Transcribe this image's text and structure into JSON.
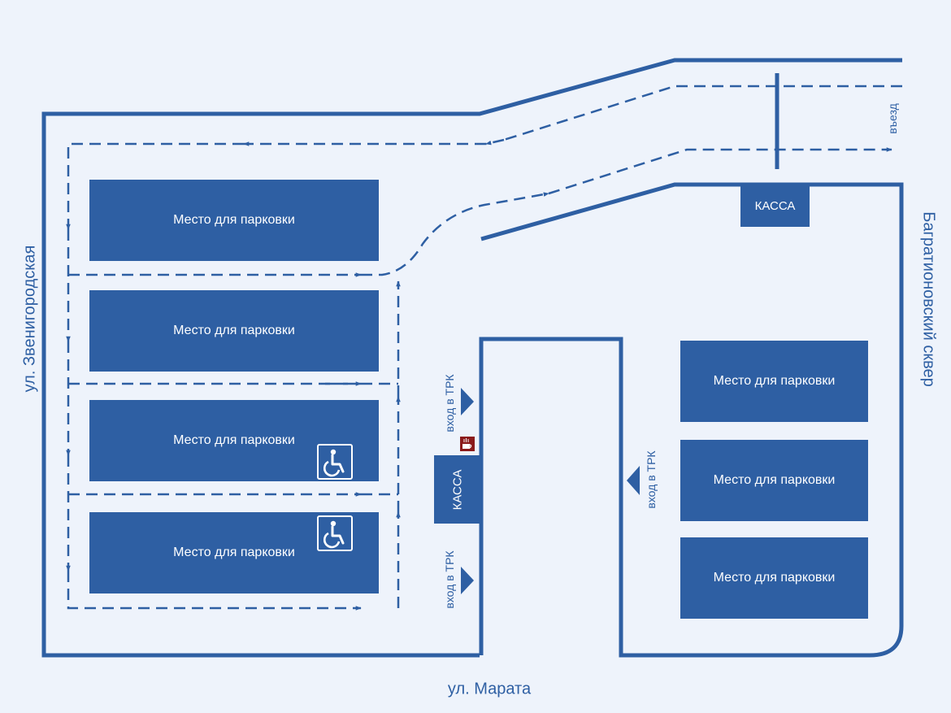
{
  "colors": {
    "background": "#eef3fb",
    "primary": "#2e5fa3",
    "cafe": "#8b1a1a",
    "text_on_primary": "#ffffff"
  },
  "streets": {
    "west": "ул. Звенигородская",
    "south": "ул. Марата",
    "east": "Багратионовский сквер"
  },
  "entrance_label": "въезд",
  "parking_label": "Место для парковки",
  "kassa_label": "КАССА",
  "mall_entrance_label": "вход в ТРК",
  "icons": {
    "wheelchair": "wheelchair-icon",
    "cafe": "coffee-cup-icon",
    "arrow": "arrow-icon"
  }
}
